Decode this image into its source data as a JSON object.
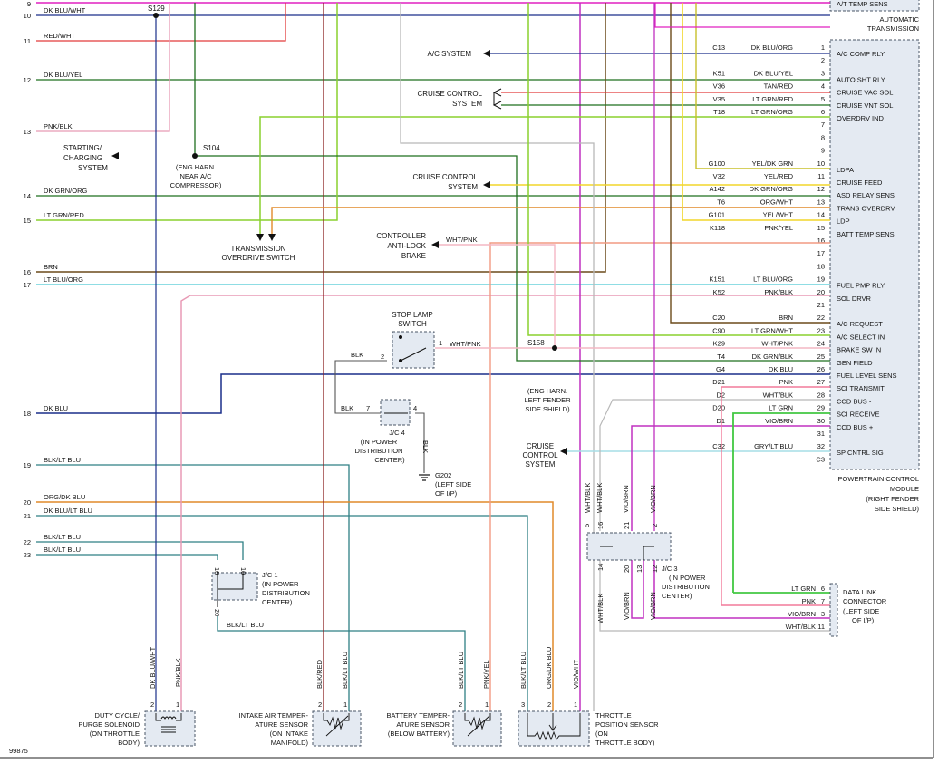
{
  "figure_id": "99875",
  "pcm": {
    "title": [
      "POWERTRAIN CONTROL",
      "MODULE",
      "(RIGHT FENDER",
      "SIDE SHIELD)"
    ],
    "pins": [
      {
        "n": "1",
        "circuit": "C13",
        "color": "DK BLU/ORG",
        "fn": "A/C COMP RLY"
      },
      {
        "n": "2",
        "circuit": "",
        "color": "",
        "fn": ""
      },
      {
        "n": "3",
        "circuit": "K51",
        "color": "DK BLU/YEL",
        "fn": "AUTO SHT RLY"
      },
      {
        "n": "4",
        "circuit": "V36",
        "color": "TAN/RED",
        "fn": "CRUISE VAC SOL"
      },
      {
        "n": "5",
        "circuit": "V35",
        "color": "LT GRN/RED",
        "fn": "CRUISE VNT SOL"
      },
      {
        "n": "6",
        "circuit": "T18",
        "color": "LT GRN/ORG",
        "fn": "OVERDRV IND"
      },
      {
        "n": "7",
        "circuit": "",
        "color": "",
        "fn": ""
      },
      {
        "n": "8",
        "circuit": "",
        "color": "",
        "fn": ""
      },
      {
        "n": "9",
        "circuit": "",
        "color": "",
        "fn": ""
      },
      {
        "n": "10",
        "circuit": "G100",
        "color": "YEL/DK GRN",
        "fn": "LDPA"
      },
      {
        "n": "11",
        "circuit": "V32",
        "color": "YEL/RED",
        "fn": "CRUISE FEED"
      },
      {
        "n": "12",
        "circuit": "A142",
        "color": "DK GRN/ORG",
        "fn": "ASD RELAY SENS"
      },
      {
        "n": "13",
        "circuit": "T6",
        "color": "ORG/WHT",
        "fn": "TRANS OVERDRV"
      },
      {
        "n": "14",
        "circuit": "G101",
        "color": "YEL/WHT",
        "fn": "LDP"
      },
      {
        "n": "15",
        "circuit": "K118",
        "color": "PNK/YEL",
        "fn": "BATT TEMP SENS"
      },
      {
        "n": "16",
        "circuit": "",
        "color": "",
        "fn": ""
      },
      {
        "n": "17",
        "circuit": "",
        "color": "",
        "fn": ""
      },
      {
        "n": "18",
        "circuit": "",
        "color": "",
        "fn": ""
      },
      {
        "n": "19",
        "circuit": "K151",
        "color": "LT BLU/ORG",
        "fn": "FUEL PMP RLY"
      },
      {
        "n": "20",
        "circuit": "K52",
        "color": "PNK/BLK",
        "fn": "SOL DRVR"
      },
      {
        "n": "21",
        "circuit": "",
        "color": "",
        "fn": ""
      },
      {
        "n": "22",
        "circuit": "C20",
        "color": "BRN",
        "fn": "A/C REQUEST"
      },
      {
        "n": "23",
        "circuit": "C90",
        "color": "LT GRN/WHT",
        "fn": "A/C SELECT IN"
      },
      {
        "n": "24",
        "circuit": "K29",
        "color": "WHT/PNK",
        "fn": "BRAKE SW IN"
      },
      {
        "n": "25",
        "circuit": "T4",
        "color": "DK GRN/BLK",
        "fn": "GEN FIELD"
      },
      {
        "n": "26",
        "circuit": "G4",
        "color": "DK BLU",
        "fn": "FUEL LEVEL SENS"
      },
      {
        "n": "27",
        "circuit": "D21",
        "color": "PNK",
        "fn": "SCI TRANSMIT"
      },
      {
        "n": "28",
        "circuit": "D2",
        "color": "WHT/BLK",
        "fn": "CCD BUS -"
      },
      {
        "n": "29",
        "circuit": "D20",
        "color": "LT GRN",
        "fn": "SCI RECEIVE"
      },
      {
        "n": "30",
        "circuit": "D1",
        "color": "VIO/BRN",
        "fn": "CCD BUS +"
      },
      {
        "n": "31",
        "circuit": "",
        "color": "",
        "fn": ""
      },
      {
        "n": "32",
        "circuit": "C32",
        "color": "GRY/LT BLU",
        "fn": "SP CNTRL SIG"
      },
      {
        "n": "C3",
        "circuit": "",
        "color": "",
        "fn": ""
      }
    ]
  },
  "trans": {
    "pin_label": "A/T TEMP SENS",
    "title": [
      "AUTOMATIC",
      "TRANSMISSION"
    ]
  },
  "left_wires": [
    {
      "n": "9",
      "color": ""
    },
    {
      "n": "10",
      "color": "DK BLU/WHT"
    },
    {
      "n": "11",
      "color": "RED/WHT"
    },
    {
      "n": "12",
      "color": "DK BLU/YEL"
    },
    {
      "n": "13",
      "color": "PNK/BLK"
    },
    {
      "n": "14",
      "color": "DK GRN/ORG"
    },
    {
      "n": "15",
      "color": "LT GRN/RED"
    },
    {
      "n": "16",
      "color": "BRN"
    },
    {
      "n": "17",
      "color": "LT BLU/ORG"
    },
    {
      "n": "18",
      "color": "DK BLU"
    },
    {
      "n": "19",
      "color": "BLK/LT BLU"
    },
    {
      "n": "20",
      "color": "ORG/DK BLU"
    },
    {
      "n": "21",
      "color": "DK BLU/LT BLU"
    },
    {
      "n": "22",
      "color": "BLK/LT BLU"
    },
    {
      "n": "23",
      "color": "BLK/LT BLU"
    }
  ],
  "labels": {
    "s129": "S129",
    "s104": "S104",
    "s158": "S158",
    "ac_system": "A/C SYSTEM",
    "cruise1": [
      "CRUISE CONTROL",
      "SYSTEM"
    ],
    "cruise2": [
      "CRUISE CONTROL",
      "SYSTEM"
    ],
    "cruise3": [
      "CRUISE",
      "CONTROL",
      "SYSTEM"
    ],
    "starting": [
      "STARTING/",
      "CHARGING",
      "SYSTEM"
    ],
    "eng_harn": [
      "(ENG HARN.",
      "NEAR A/C",
      "COMPRESSOR)"
    ],
    "trans_od": [
      "TRANSMISSION",
      "OVERDRIVE SWITCH"
    ],
    "abs": [
      "CONTROLLER",
      "ANTI-LOCK",
      "BRAKE"
    ],
    "abs_wire": "WHT/PNK",
    "stop_lamp": [
      "STOP LAMP",
      "SWITCH"
    ],
    "stop_blk": "BLK",
    "stop_wht": "WHT/PNK",
    "eng_harn2": [
      "(ENG HARN.",
      "LEFT FENDER",
      "SIDE SHIELD)"
    ],
    "jc4": [
      "J/C 4",
      "(IN POWER",
      "DISTRIBUTION",
      "CENTER)"
    ],
    "jc4_blk_l": "BLK",
    "jc4_blk_v": "BLK",
    "g202": [
      "G202",
      "(LEFT SIDE",
      "OF I/P)"
    ],
    "jc1": [
      "J/C 1",
      "(IN POWER",
      "DISTRIBUTION",
      "CENTER)"
    ],
    "jc1_wire": "BLK/LT BLU",
    "jc3": [
      "J/C 3",
      "(IN POWER",
      "DISTRIBUTION",
      "CENTER)"
    ],
    "dlc": [
      "DATA LINK",
      "CONNECTOR",
      "(LEFT SIDE",
      "OF I/P)"
    ],
    "dlc_pins": [
      {
        "n": "6",
        "color": "LT GRN"
      },
      {
        "n": "7",
        "color": "PNK"
      },
      {
        "n": "3",
        "color": "VIO/BRN"
      },
      {
        "n": "11",
        "color": "WHT/BLK"
      }
    ],
    "vert_wires": {
      "w1": "DK BLU/WHT",
      "w2": "PNK/BLK",
      "w3": "BLK/RED",
      "w4": "BLK/LT BLU",
      "w5": "BLK/LT BLU",
      "w6": "PNK/YEL",
      "w7": "BLK/LT BLU",
      "w8": "ORG/DK BLU",
      "w9": "VIO/WHT",
      "jc3a": "WHT/BLK",
      "jc3b": "WHT/BLK",
      "jc3c": "VIO/BRN",
      "jc3d": "VIO/BRN",
      "jc3e": "WHT/BLK",
      "jc3f": "VIO/BRN",
      "jc3g": "VIO/BRN"
    },
    "components": {
      "duty": [
        "DUTY CYCLE/",
        "PURGE SOLENOID",
        "(ON THROTTLE",
        "BODY)"
      ],
      "iat": [
        "INTAKE AIR TEMPER-",
        "ATURE SENSOR",
        "(ON INTAKE",
        "MANIFOLD)"
      ],
      "batt": [
        "BATTERY TEMPER-",
        "ATURE SENSOR",
        "(BELOW BATTERY)"
      ],
      "tps": [
        "THROTTLE",
        "POSITION SENSOR",
        "(ON",
        "THROTTLE BODY)"
      ]
    }
  },
  "colors": {
    "magenta": "#e020c0",
    "dkblu": "#1a2f8a",
    "red": "#e23b3b",
    "green": "#1f6f1f",
    "pink": "#e89ab5",
    "ltgrn": "#8ad12e",
    "brown": "#6b4a1a",
    "ltblu": "#7fd8e0",
    "teal": "#2e7f84",
    "orange": "#e08a2a",
    "yellow": "#f2d62a",
    "grey": "#b8b8b8",
    "salmon": "#f29a82",
    "darkred": "#8a2020",
    "violet": "#c030c0"
  }
}
